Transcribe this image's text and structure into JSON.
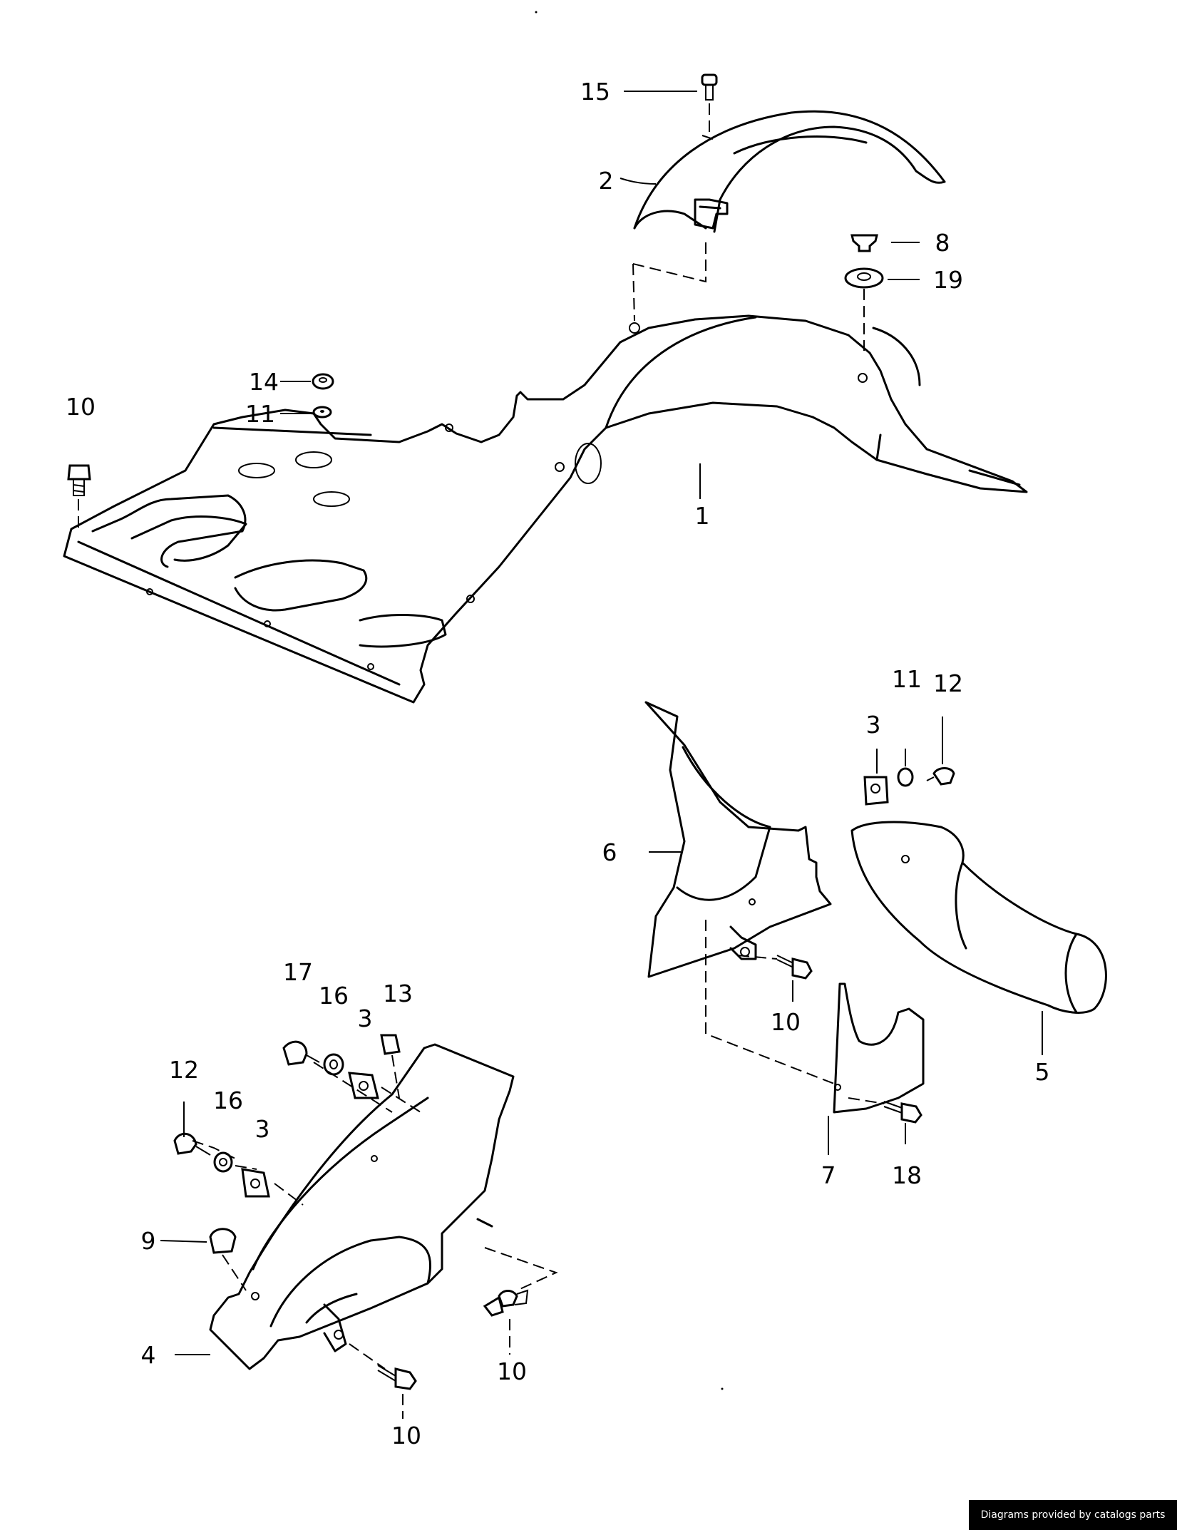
{
  "callouts": [
    {
      "label": "15"
    },
    {
      "label": "2"
    },
    {
      "label": "8"
    },
    {
      "label": "19"
    },
    {
      "label": "14"
    },
    {
      "label": "11"
    },
    {
      "label": "10"
    },
    {
      "label": "1"
    },
    {
      "label": "3"
    },
    {
      "label": "11"
    },
    {
      "label": "12"
    },
    {
      "label": "6"
    },
    {
      "label": "5"
    },
    {
      "label": "10"
    },
    {
      "label": "7"
    },
    {
      "label": "18"
    },
    {
      "label": "17"
    },
    {
      "label": "16"
    },
    {
      "label": "3"
    },
    {
      "label": "13"
    },
    {
      "label": "12"
    },
    {
      "label": "16"
    },
    {
      "label": "3"
    },
    {
      "label": "9"
    },
    {
      "label": "4"
    },
    {
      "label": "10"
    },
    {
      "label": "10"
    }
  ],
  "footer": {
    "credit": "Diagrams provided by catalogs parts"
  }
}
